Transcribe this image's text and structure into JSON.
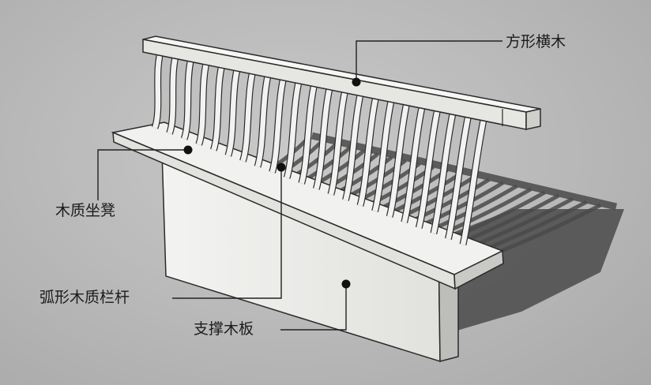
{
  "labels": {
    "square_beam": "方形横木",
    "wooden_bench": "木质坐凳",
    "curved_balusters": "弧形木质栏杆",
    "support_board": "支撑木板"
  },
  "colors": {
    "background": "#bababa",
    "wood_top": "#f1f1ef",
    "wood_side": "#e2e2df",
    "wood_shade": "#c9c9c6",
    "outline": "#2b2b2b",
    "shadow": "#4a4a4a",
    "leader_line": "#222222"
  }
}
